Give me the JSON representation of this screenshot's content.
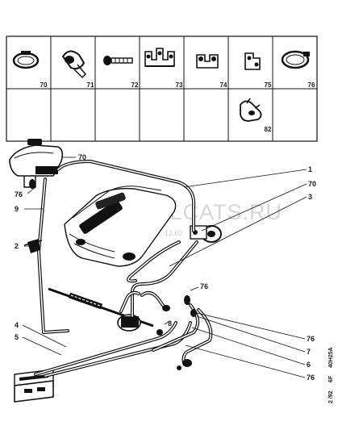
{
  "parts_table": {
    "top_row": [
      "70",
      "71",
      "72",
      "73",
      "74",
      "75",
      "76"
    ],
    "bottom_row": [
      "82"
    ]
  },
  "callouts": {
    "c1": "1",
    "c70_right": "70",
    "c3": "3",
    "c70_top": "70",
    "c76_left": "76",
    "c9": "9",
    "c2": "2",
    "c4": "4",
    "c5": "5",
    "c76_mid": "76",
    "c8": "8",
    "c76_r1": "76",
    "c7": "7",
    "c6": "6",
    "c76_r2": "76"
  },
  "watermark": {
    "site": "WWW.ELCATS.RU",
    "date": "12.02"
  },
  "side_code": {
    "part1": "2 /92",
    "part2": "6F",
    "part3": "40H25A"
  }
}
